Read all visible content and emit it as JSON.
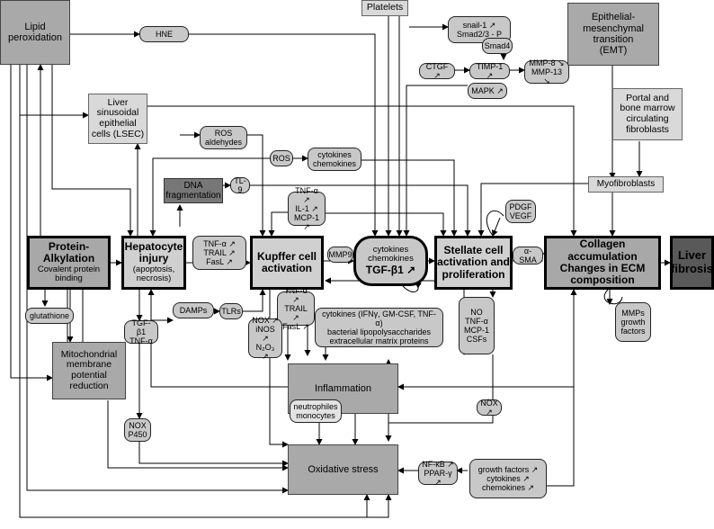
{
  "nodes": {
    "lipid_peroxidation": "Lipid peroxidation",
    "hne": "HNE",
    "platelets": "Platelets",
    "smad_block": [
      "snail-1 ↗",
      "Smad2/3 - P",
      "Smad4"
    ],
    "emt": [
      "Epithelial-",
      "mesenchymal",
      "transition",
      "(EMT)"
    ],
    "ctgf": "CTGF ↗",
    "timp1": "TIMP-1 ↗",
    "mmp": [
      "MMP-8 ↘",
      "MMP-13 ↘"
    ],
    "mapk": "MAPK ↗",
    "lsec": [
      "Liver",
      "sinusoidal",
      "epithelial",
      "cells (LSEC)"
    ],
    "portal": [
      "Portal and",
      "bone marrow",
      "circulating",
      "fibroblasts"
    ],
    "ros_aldehydes": [
      "ROS",
      "aldehydes"
    ],
    "ros": "ROS",
    "cytokines_chemokines_top": [
      "cytokines",
      "chemokines"
    ],
    "myofibroblasts": "Myofibroblasts",
    "dna_fragmentation": [
      "DNA",
      "fragmentation"
    ],
    "tl9": "TL-9",
    "tnf_il1_mcp1": [
      "TNF-α ↗",
      "IL-1 ↗",
      "MCP-1 ↗"
    ],
    "pdgf_vegf": [
      "PDGF",
      "VEGF"
    ],
    "protein_alkylation": {
      "title": "Protein-Alkylation",
      "sub": "Covalent protein binding"
    },
    "hepatocyte_injury": {
      "title": "Hepatocyte injury",
      "sub": "(apoptosis, necrosis)"
    },
    "tnf_trail_fasl_1": [
      "TNF-α ↗",
      "TRAIL ↗",
      "FasL ↗"
    ],
    "kupffer_activation": "Kupffer cell activation",
    "mmp9": "MMP9",
    "tgf_beta": {
      "top": [
        "cytokines",
        "chemokines"
      ],
      "main": "TGF-β1 ↗"
    },
    "stellate_activation": "Stellate cell activation and proliferation",
    "alpha_sma": "α-SMA",
    "collagen": "Collagen accumulation Changes in ECM composition",
    "liver_fibrosis": "Liver fibrosis",
    "glutathione": "glutathione",
    "damps": "DAMPs",
    "tlrs": "TLRs",
    "tnf_trail_fasl_2": [
      "TNF-α ↗",
      "TRAIL ↗",
      "FasL ↗"
    ],
    "nox_inos": [
      "NOX ↗",
      "iNOS ↗",
      "N₂O₃ ↗"
    ],
    "cytokines_ifn": [
      "cytokines (IFNγ, GM-CSF, TNF-α)",
      "bacterial lipopolysaccharides",
      "extracellular matrix proteins"
    ],
    "mmps_growth": [
      "MMPs",
      "growth",
      "factors"
    ],
    "tgf_tnf": [
      "TGF-β1",
      "TNF-α"
    ],
    "mitochondrial": [
      "Mitochondrial",
      "membrane",
      "potential",
      "reduction"
    ],
    "no_tnf_mcp_csfs": [
      "NO",
      "TNF-α",
      "MCP-1",
      "CSFs"
    ],
    "inflammation": "Inflammation",
    "neutrophiles": [
      "neutrophiles",
      "monocytes"
    ],
    "nox_arrow": "NOX ↗",
    "nox_p450": [
      "NOX",
      "P450"
    ],
    "oxidative_stress": "Oxidative stress",
    "nfkb": [
      "NF-κB ↗",
      "PPAR-γ ↗"
    ],
    "growth_block": [
      "growth factors ↗",
      "cytokines ↗",
      "chemokines ↗"
    ]
  }
}
